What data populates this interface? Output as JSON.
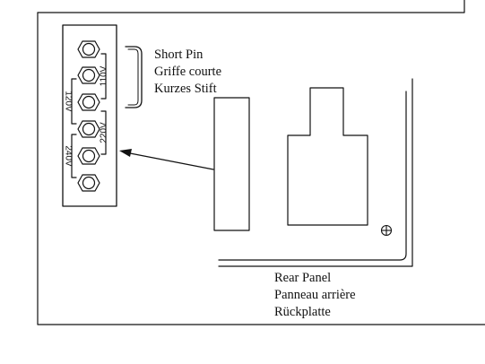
{
  "short_pin": {
    "lines": [
      "Short Pin",
      "Griffe courte",
      "Kurzes Stift"
    ]
  },
  "rear_panel": {
    "lines": [
      "Rear Panel",
      "Panneau arrière",
      "Rückplatte"
    ]
  },
  "voltages": {
    "v110": "110V",
    "v120": "120V",
    "v220": "220V",
    "v240": "240V"
  },
  "icons": {
    "screw": "screw-icon",
    "pin": "pin-socket-icon",
    "arrow": "pointer-arrow-icon"
  },
  "colors": {
    "ink": "#111111",
    "background": "#ffffff"
  }
}
